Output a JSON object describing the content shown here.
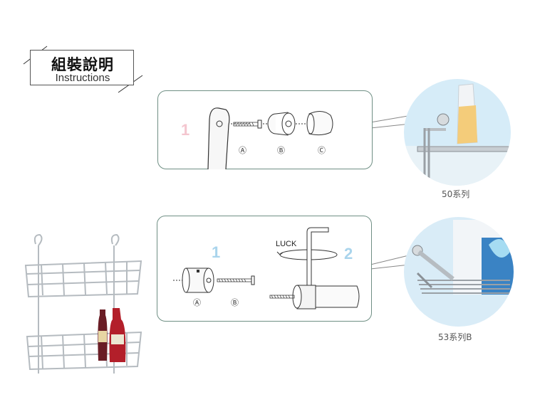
{
  "header": {
    "title_zh": "組裝說明",
    "title_en": "Instructions"
  },
  "step_panel_1": {
    "step_number": "1",
    "part_a": "Ⓐ",
    "part_b": "Ⓑ",
    "part_c": "Ⓒ",
    "step_color": "#f4c6cf"
  },
  "step_panel_2": {
    "step_one": "1",
    "step_two": "2",
    "luck_label": "LUCK",
    "part_a": "Ⓐ",
    "part_b": "Ⓑ",
    "step_color": "#a9d4ec"
  },
  "products": {
    "series_50": "50系列",
    "series_53b": "53系列B"
  }
}
